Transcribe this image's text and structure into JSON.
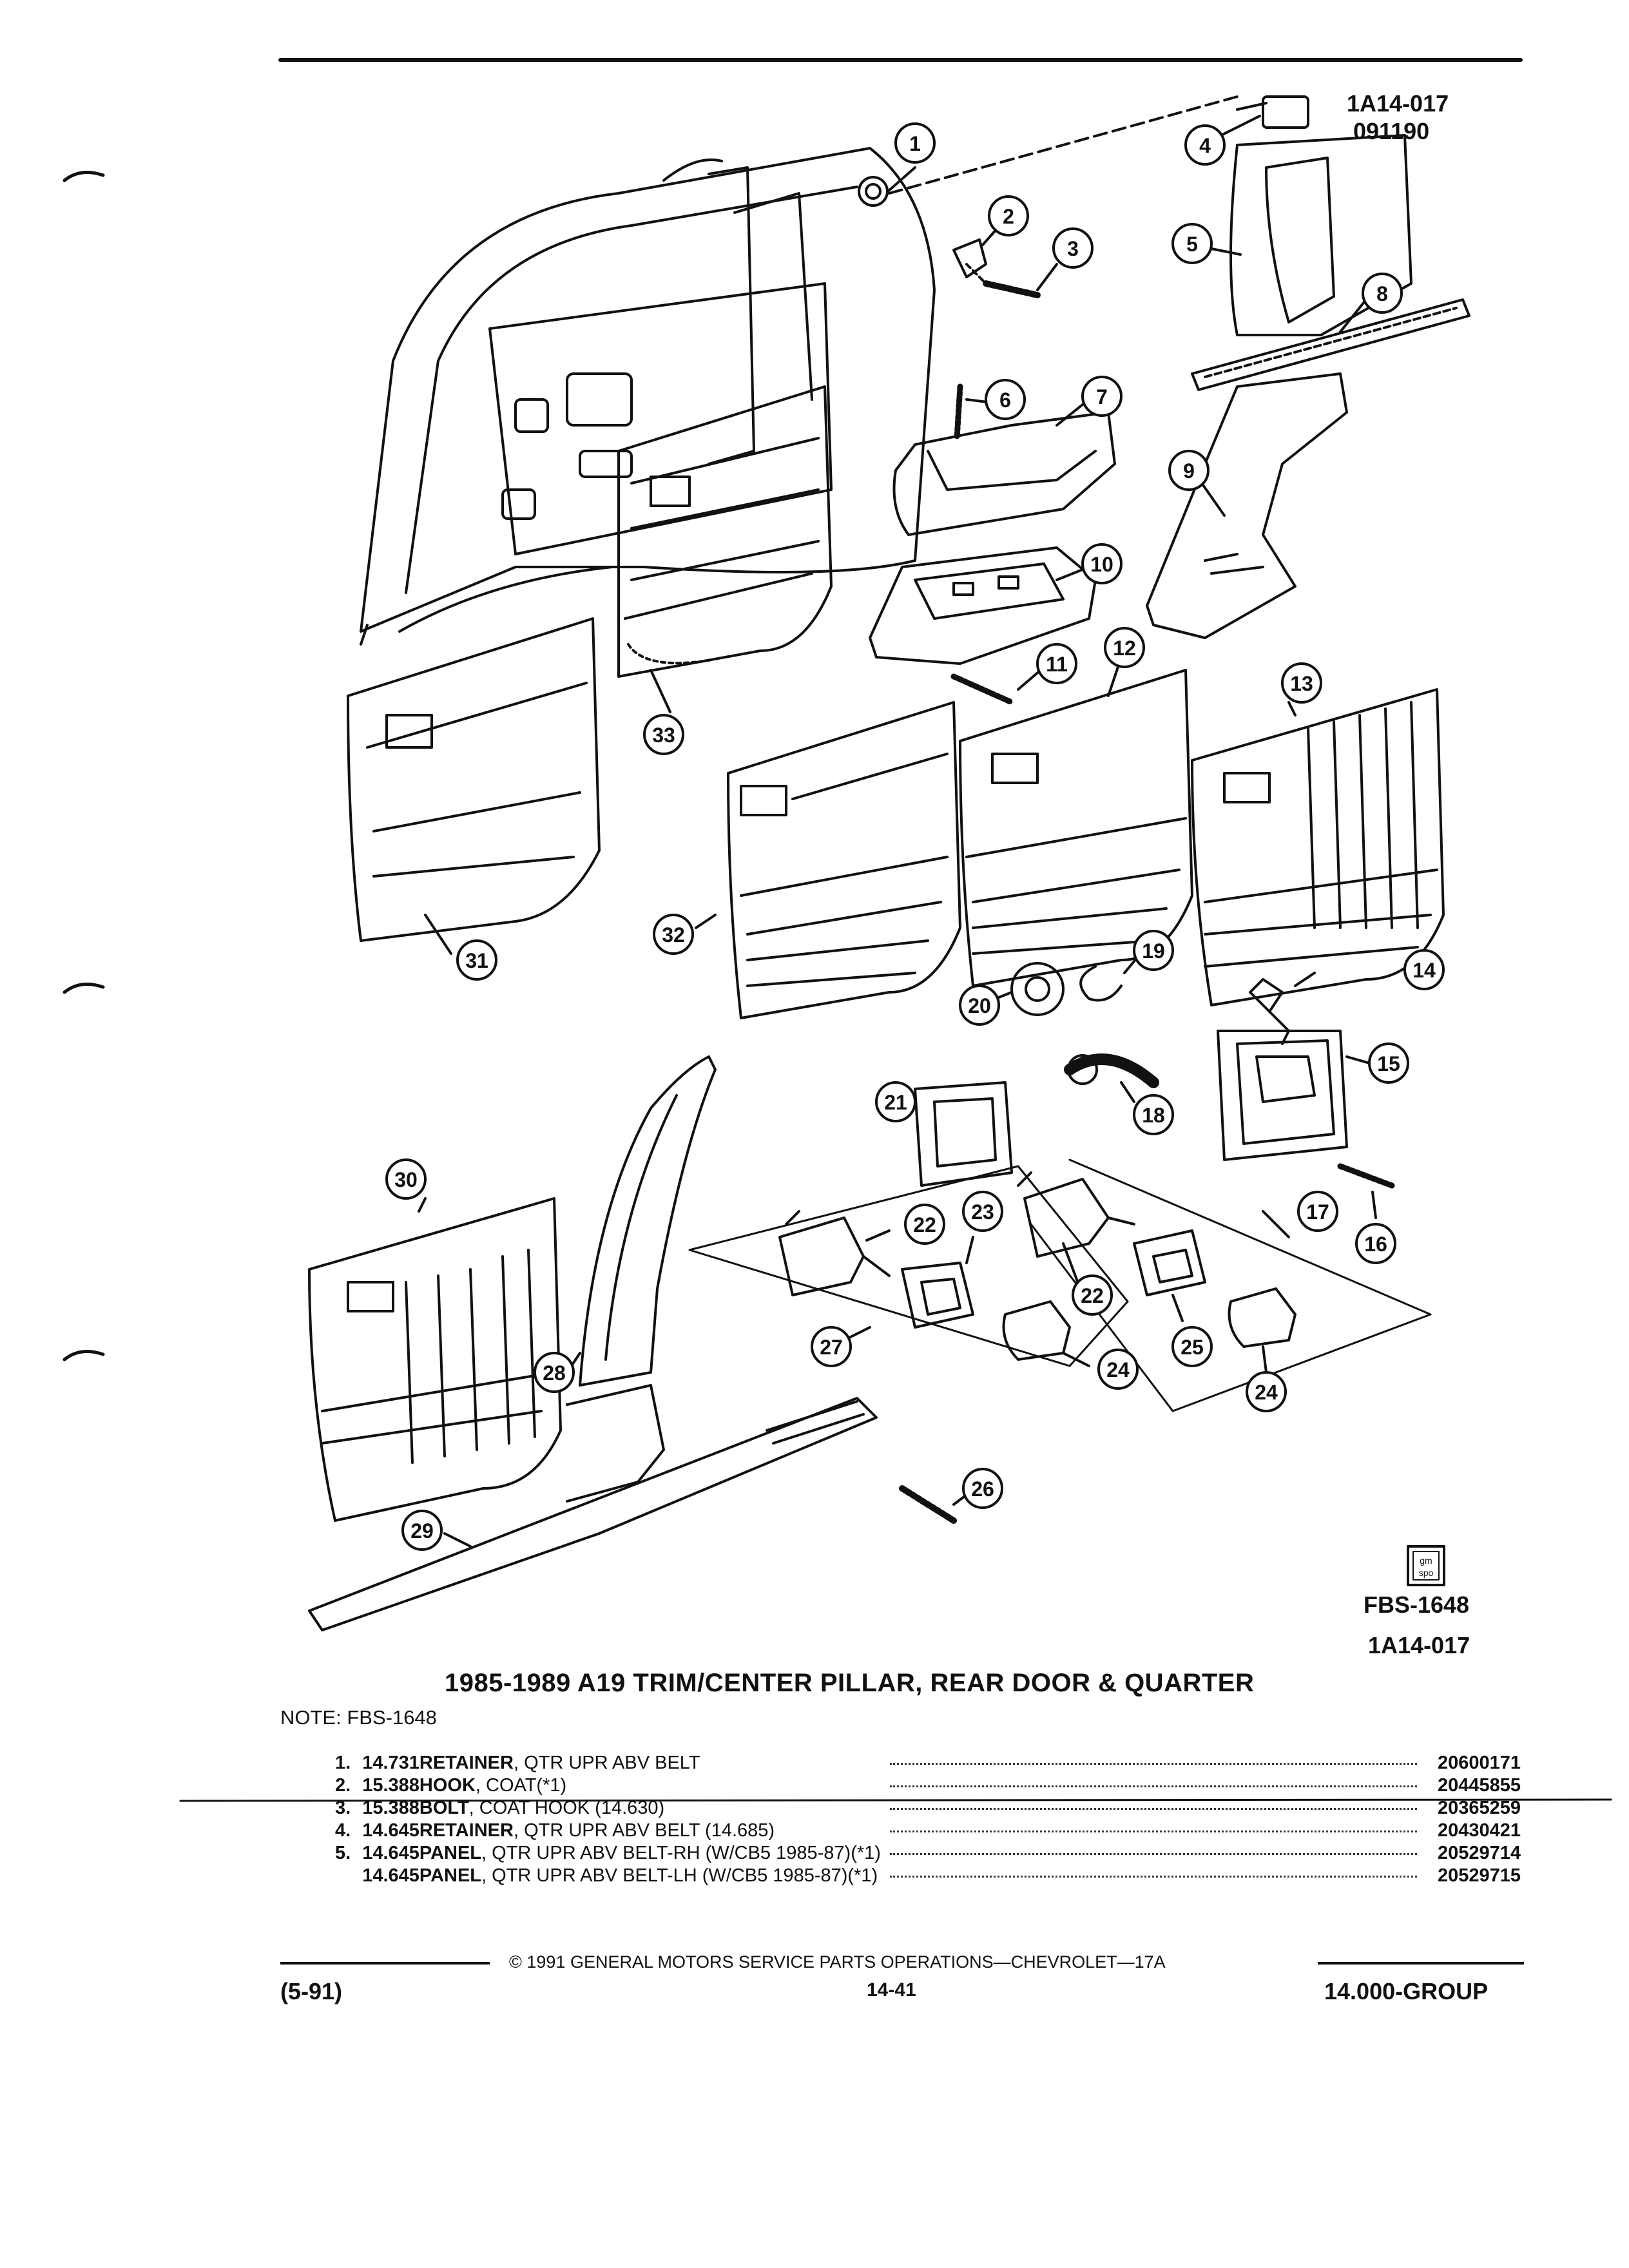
{
  "header": {
    "code": "1A14-017",
    "date": "091190"
  },
  "logo": {
    "text": "gm spo"
  },
  "figure": {
    "code": "FBS-1648",
    "id": "1A14-017"
  },
  "callouts": [
    "1",
    "2",
    "3",
    "4",
    "5",
    "6",
    "7",
    "8",
    "9",
    "10",
    "11",
    "12",
    "13",
    "14",
    "15",
    "16",
    "17",
    "18",
    "19",
    "20",
    "21",
    "22",
    "23",
    "24",
    "25",
    "26",
    "27",
    "28",
    "29",
    "30",
    "31",
    "32",
    "33"
  ],
  "title": "1985-1989 A19 TRIM/CENTER PILLAR, REAR DOOR & QUARTER",
  "note": "NOTE:  FBS-1648",
  "parts": [
    {
      "num": "1.",
      "ref": "14.731",
      "name": "RETAINER",
      "desc": ", QTR UPR ABV BELT",
      "part": "20600171"
    },
    {
      "num": "2.",
      "ref": "15.388",
      "name": "HOOK",
      "desc": ", COAT(*1)",
      "part": "20445855"
    },
    {
      "num": "3.",
      "ref": "15.388",
      "name": "BOLT",
      "desc": ", COAT HOOK (14.630)",
      "part": "20365259"
    },
    {
      "num": "4.",
      "ref": "14.645",
      "name": "RETAINER",
      "desc": ", QTR UPR ABV BELT (14.685)",
      "part": "20430421"
    },
    {
      "num": "5.",
      "ref": "14.645",
      "name": "PANEL",
      "desc": ", QTR UPR ABV BELT-RH (W/CB5 1985-87)(*1)",
      "part": "20529714"
    },
    {
      "num": "",
      "ref": "14.645",
      "name": "PANEL",
      "desc": ", QTR UPR ABV BELT-LH (W/CB5 1985-87)(*1)",
      "part": "20529715"
    }
  ],
  "footer": {
    "copyright": "©  1991  GENERAL MOTORS SERVICE PARTS OPERATIONS—CHEVROLET—17A",
    "left": "(5-91)",
    "center": "14-41",
    "right": "14.000-GROUP"
  }
}
